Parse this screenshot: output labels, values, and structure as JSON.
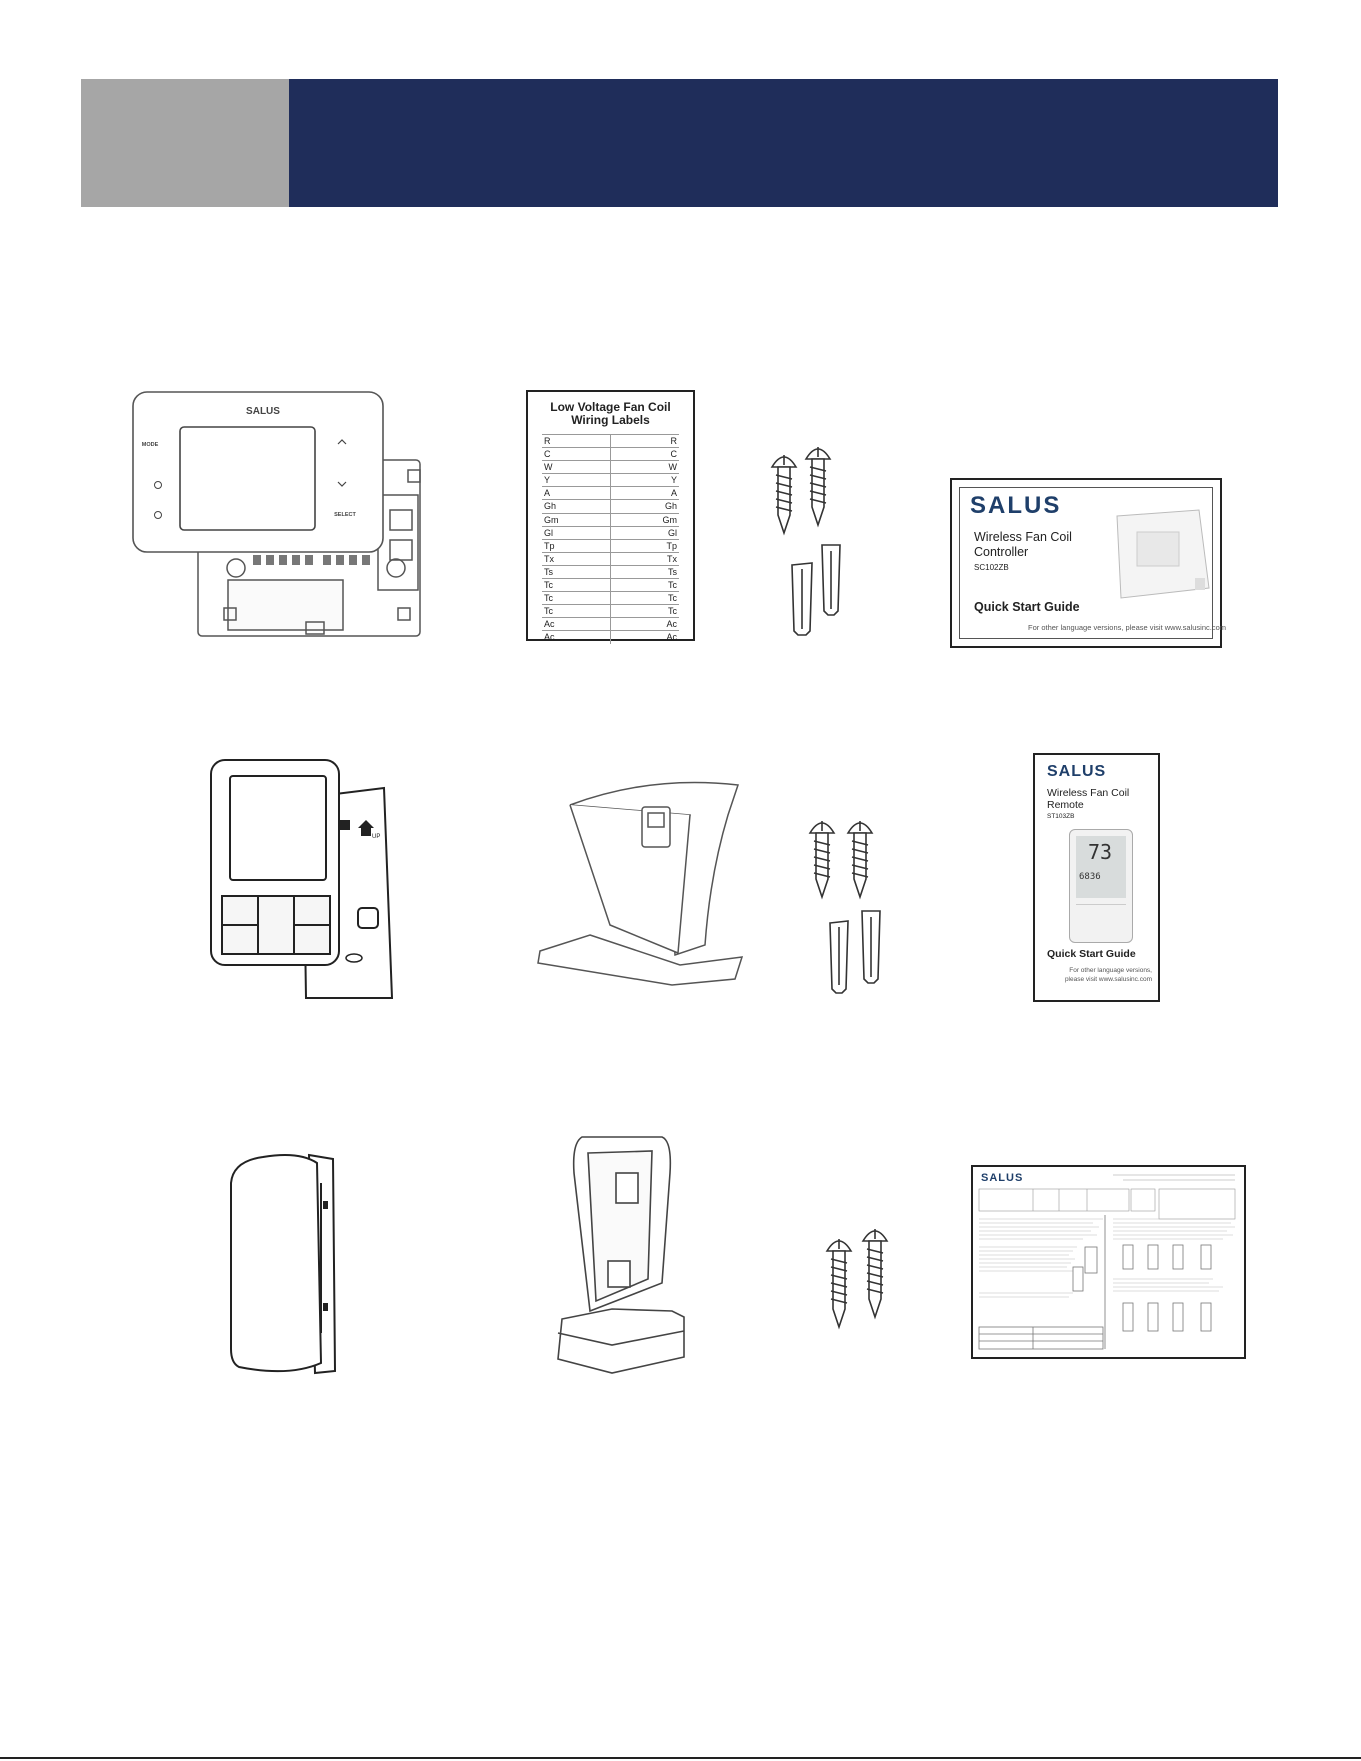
{
  "theme": {
    "header_gray": "#a6a6a6",
    "header_blue": "#1f2d5a",
    "line": "#333333"
  },
  "thermostat": {
    "brand": "SALUS",
    "mode_label": "MODE",
    "select_label": "SELECT"
  },
  "wiring_card": {
    "title": "Low Voltage Fan Coil Wiring Labels",
    "labels": [
      "R",
      "C",
      "W",
      "Y",
      "A",
      "Gh",
      "Gm",
      "Gl",
      "Tp",
      "Tx",
      "Ts",
      "Tc",
      "Tc",
      "Tc",
      "Ac",
      "Ac"
    ]
  },
  "guide_controller": {
    "brand": "SALUS",
    "title_line1": "Wireless Fan Coil",
    "title_line2": "Controller",
    "model": "SC102ZB",
    "heading": "Quick Start Guide",
    "footer": "For other language versions, please visit www.salusinc.com"
  },
  "remote_side": {
    "up_label": "UP"
  },
  "guide_remote": {
    "brand": "SALUS",
    "title_line1": "Wireless Fan Coil",
    "title_line2": "Remote",
    "model": "ST103ZB",
    "display_temp": "73",
    "display_small": "6836",
    "heading": "Quick Start Guide",
    "footer_line1": "For other language versions,",
    "footer_line2": "please visit www.salusinc.com"
  },
  "guide_sensor": {
    "brand": "SALUS"
  }
}
